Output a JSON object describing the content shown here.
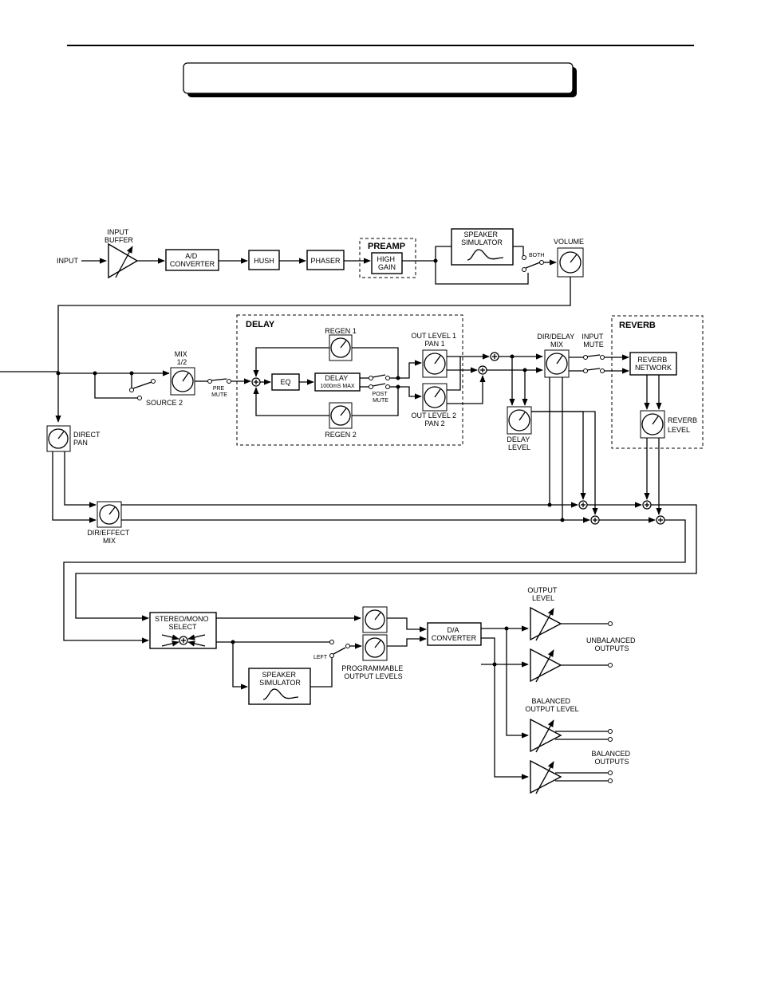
{
  "page": {
    "header_box_text": ""
  },
  "labels": {
    "input": "INPUT",
    "input_buffer": [
      "INPUT",
      "BUFFER"
    ],
    "ad_converter": [
      "A/D",
      "CONVERTER"
    ],
    "hush": "HUSH",
    "phaser": "PHASER",
    "preamp": "PREAMP",
    "high_gain": [
      "HIGH",
      "GAIN"
    ],
    "speaker_sim_top": [
      "SPEAKER",
      "SIMULATOR"
    ],
    "both": "BOTH",
    "volume": "VOLUME",
    "delay_group": "DELAY",
    "mix": [
      "MIX",
      "1/2"
    ],
    "source2": "SOURCE 2",
    "pre_mute": [
      "PRE",
      "MUTE"
    ],
    "regen1": "REGEN 1",
    "regen2": "REGEN 2",
    "eq": "EQ",
    "delay_box": [
      "DELAY",
      "1000mS MAX"
    ],
    "post_mute": [
      "POST",
      "MUTE"
    ],
    "out_level1": [
      "OUT LEVEL 1",
      "PAN 1"
    ],
    "out_level2": [
      "OUT LEVEL 2",
      "PAN 2"
    ],
    "dir_delay_mix": [
      "DIR/DELAY",
      "MIX"
    ],
    "input_mute": [
      "INPUT",
      "MUTE"
    ],
    "delay_level": [
      "DELAY",
      "LEVEL"
    ],
    "reverb_group": "REVERB",
    "reverb_network": [
      "REVERB",
      "NETWORK"
    ],
    "reverb_level": [
      "REVERB",
      "LEVEL"
    ],
    "direct_pan": [
      "DIRECT",
      "PAN"
    ],
    "dir_effect_mix": [
      "DIR/EFFECT",
      "MIX"
    ],
    "stereo_mono": [
      "STEREO/MONO",
      "SELECT"
    ],
    "speaker_sim_bottom": [
      "SPEAKER",
      "SIMULATOR"
    ],
    "left": "LEFT",
    "prog_levels": [
      "PROGRAMMABLE",
      "OUTPUT LEVELS"
    ],
    "da_converter": [
      "D/A",
      "CONVERTER"
    ],
    "output_level": [
      "OUTPUT",
      "LEVEL"
    ],
    "unbalanced": [
      "UNBALANCED",
      "OUTPUTS"
    ],
    "balanced_level": [
      "BALANCED",
      "OUTPUT  LEVEL"
    ],
    "balanced_outputs": [
      "BALANCED",
      "OUTPUTS"
    ]
  }
}
